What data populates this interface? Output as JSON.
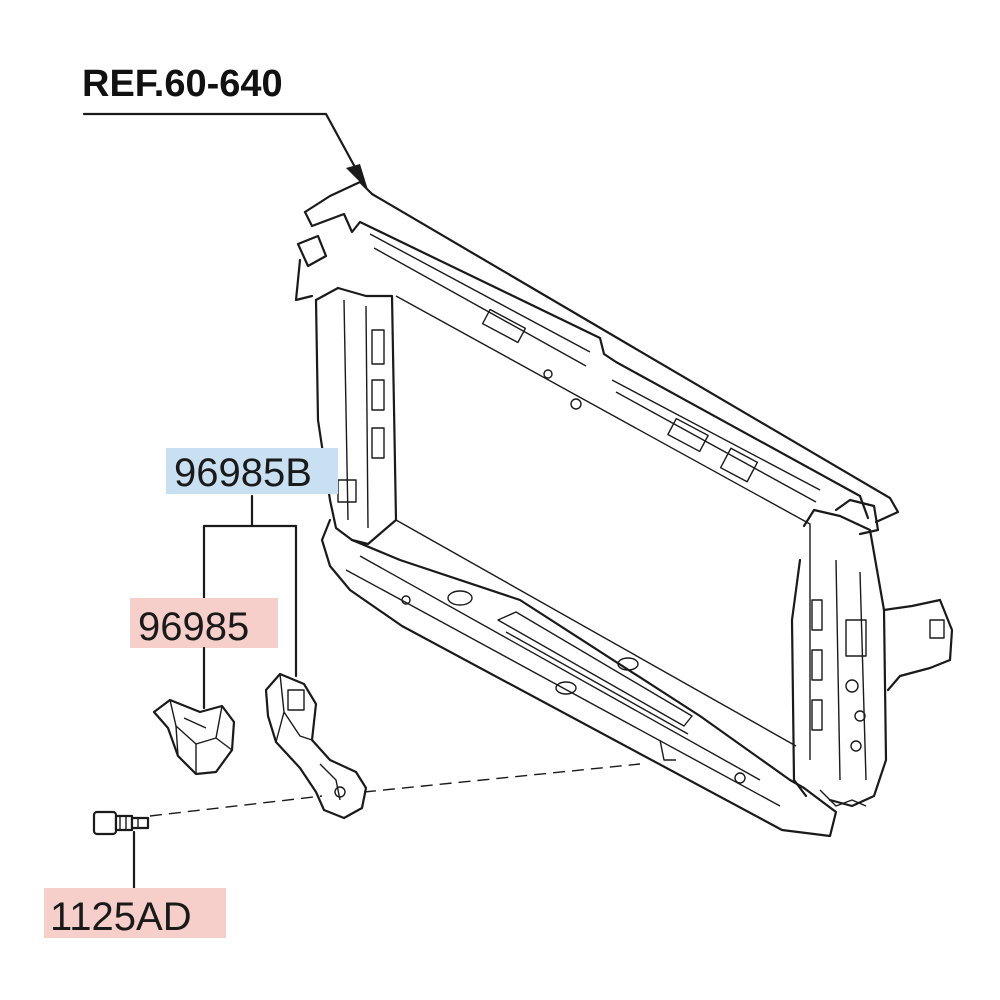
{
  "reference": {
    "text": "REF.60-640"
  },
  "parts": [
    {
      "number": "96985B",
      "highlight": "#c9dff2"
    },
    {
      "number": "96985",
      "highlight": "#f6cfcb"
    },
    {
      "number": "1125AD",
      "highlight": "#f6cfcb"
    }
  ],
  "colors": {
    "line": "#1a1a1a",
    "background": "#ffffff"
  }
}
